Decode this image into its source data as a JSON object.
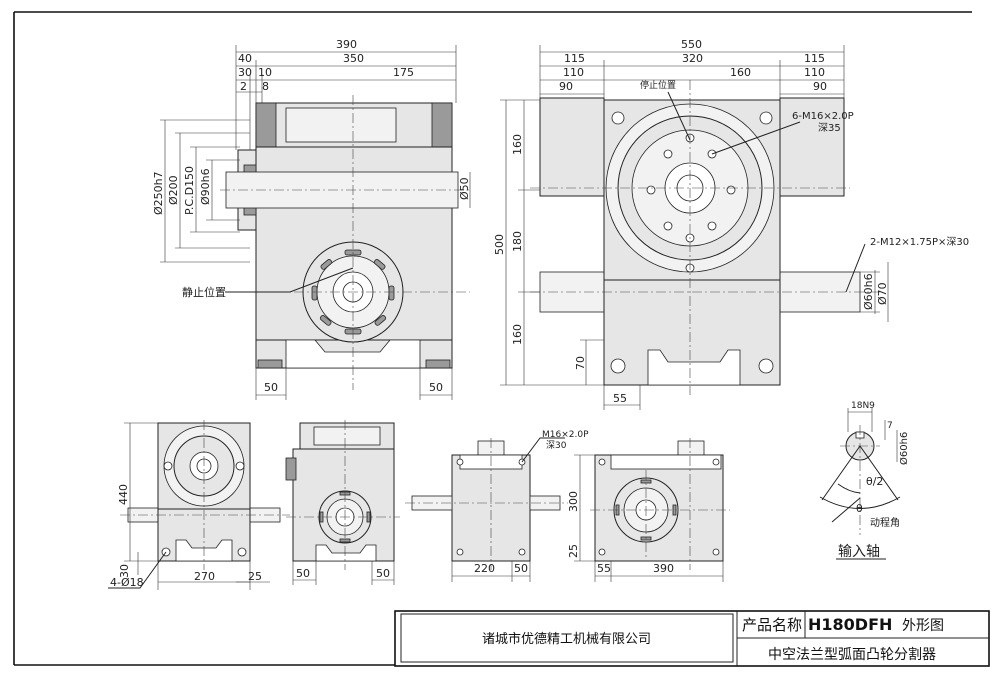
{
  "front_view": {
    "dims_top": [
      "390",
      "40",
      "350",
      "30",
      "10",
      "175",
      "2",
      "8"
    ],
    "dims_left": [
      "Ø250h7",
      "Ø200",
      "P.C.D150",
      "Ø90h6"
    ],
    "dim_shaft": "Ø50",
    "dims_bottom": [
      "50",
      "50"
    ],
    "stop_label": "静止位置"
  },
  "side_view": {
    "dims_top": [
      "550",
      "115",
      "320",
      "115",
      "110",
      "160",
      "110",
      "90",
      "90"
    ],
    "stop_label": "停止位置",
    "hole_callout": [
      "6-M16×2.0P",
      "深35"
    ],
    "shaft_callout": "2-M12×1.75P×深30",
    "dims_left": [
      "500",
      "160",
      "180",
      "160",
      "70"
    ],
    "dims_right": [
      "Ø60h6",
      "Ø70"
    ],
    "dim_bottom": "55"
  },
  "small_views": {
    "v1_dims": [
      "440",
      "30",
      "270",
      "25"
    ],
    "v1_hole": "4-Ø18",
    "v2_dims": [
      "50",
      "50"
    ],
    "v3_callout": [
      "M16×2.0P",
      "深30"
    ],
    "v3_dims": [
      "220",
      "50"
    ],
    "v4_dims": [
      "300",
      "25",
      "55",
      "390"
    ]
  },
  "shaft_detail": {
    "key_width": "18N9",
    "key_depth": "7",
    "shaft_dia": "Ø60h6",
    "half_angle": "θ/2",
    "angle": "θ",
    "angle_label": "动程角",
    "title": "输入轴"
  },
  "title_block": {
    "company": "诸城市优德精工机械有限公司",
    "name_label": "产品名称",
    "model": "H180DFH",
    "drawing_type": "外形图",
    "description": "中空法兰型弧面凸轮分割器"
  }
}
